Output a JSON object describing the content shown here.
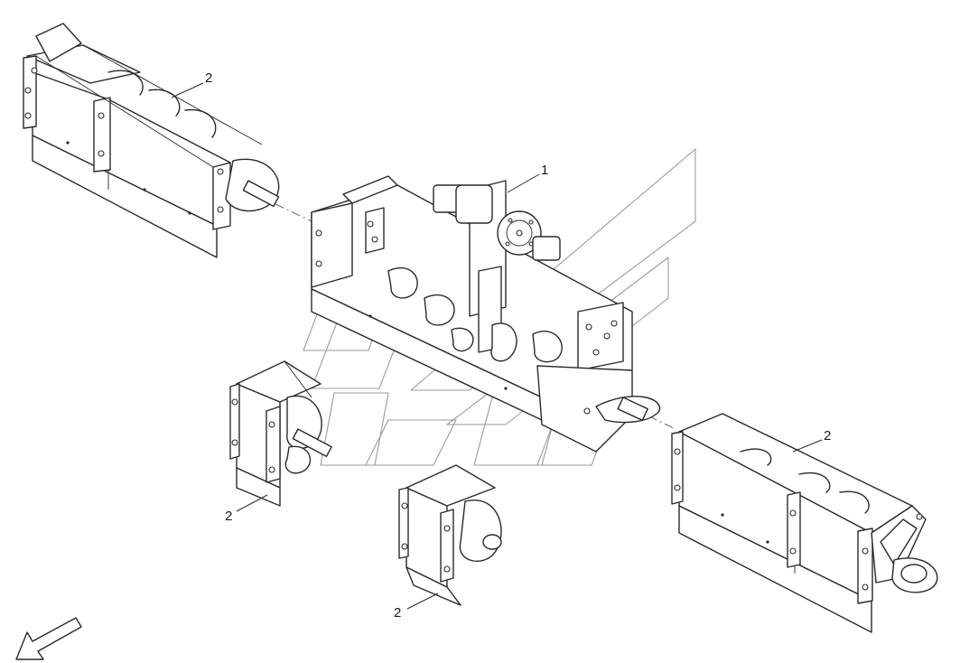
{
  "drawing": {
    "callouts": [
      {
        "id": "center-auger-assembly",
        "label": "1"
      },
      {
        "id": "left-long-section",
        "label": "2"
      },
      {
        "id": "left-short-section",
        "label": "2"
      },
      {
        "id": "center-short-section",
        "label": "2"
      },
      {
        "id": "right-long-section",
        "label": "2"
      }
    ],
    "line_color": "#2a2a2a",
    "watermark_color": "#9a9a9a",
    "background": "#ffffff"
  }
}
